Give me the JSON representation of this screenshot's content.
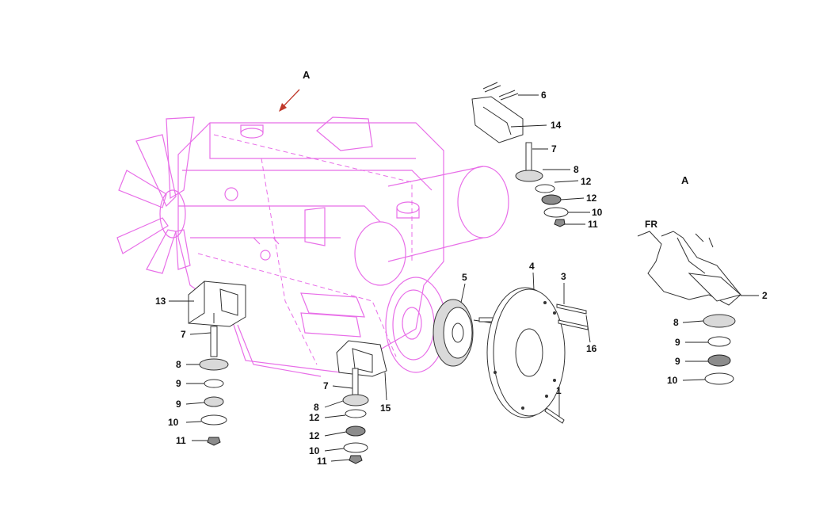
{
  "view_label": "A",
  "detail_title": "A",
  "fr_label": "FR",
  "callouts": {
    "c1": "1",
    "c2": "2",
    "c3": "3",
    "c4": "4",
    "c5": "5",
    "c6": "6",
    "c7a": "7",
    "c7b": "7",
    "c7c": "7",
    "c8a": "8",
    "c8b": "8",
    "c8c": "8",
    "c8d": "8",
    "c9a": "9",
    "c9b": "9",
    "c9c": "9",
    "c9d": "9",
    "c10a": "10",
    "c10b": "10",
    "c10c": "10",
    "c10d": "10",
    "c11a": "11",
    "c11b": "11",
    "c11c": "11",
    "c12a": "12",
    "c12b": "12",
    "c12c": "12",
    "c12d": "12",
    "c13": "13",
    "c14": "14",
    "c15": "15",
    "c16": "16"
  },
  "colors": {
    "engine": "#e86ee8",
    "parts": "#333333",
    "arrow": "#c0392b"
  }
}
